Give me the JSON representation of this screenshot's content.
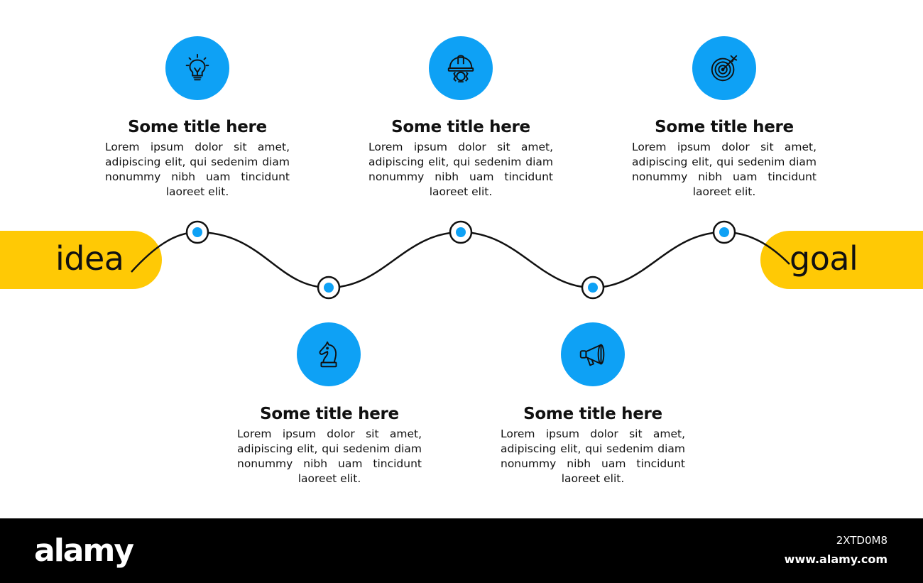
{
  "start_label": "idea",
  "end_label": "goal",
  "steps": [
    {
      "icon": "lightbulb-icon",
      "title": "Some title here",
      "body": "Lorem ipsum dolor sit amet, adipiscing elit, qui sedenim diam nonummy nibh uam tincidunt laoreet elit."
    },
    {
      "icon": "chess-knight-icon",
      "title": "Some title here",
      "body": "Lorem ipsum dolor sit amet, adipiscing elit, qui sedenim diam nonummy nibh uam tincidunt laoreet elit."
    },
    {
      "icon": "engineer-helmet-gear-icon",
      "title": "Some title here",
      "body": "Lorem ipsum dolor sit amet, adipiscing elit, qui sedenim diam nonummy nibh uam tincidunt laoreet elit."
    },
    {
      "icon": "megaphone-icon",
      "title": "Some title here",
      "body": "Lorem ipsum dolor sit amet, adipiscing elit, qui sedenim diam nonummy nibh uam tincidunt laoreet elit."
    },
    {
      "icon": "target-arrow-icon",
      "title": "Some title here",
      "body": "Lorem ipsum dolor sit amet, adipiscing elit, qui sedenim diam nonummy nibh uam tincidunt laoreet elit."
    }
  ],
  "colors": {
    "accent_blue": "#0ea1f5",
    "accent_yellow": "#ffc905",
    "line": "#111111",
    "footer": "#000000"
  },
  "footer": {
    "logo": "alamy",
    "image_id": "2XTD0M8",
    "url": "www.alamy.com"
  }
}
